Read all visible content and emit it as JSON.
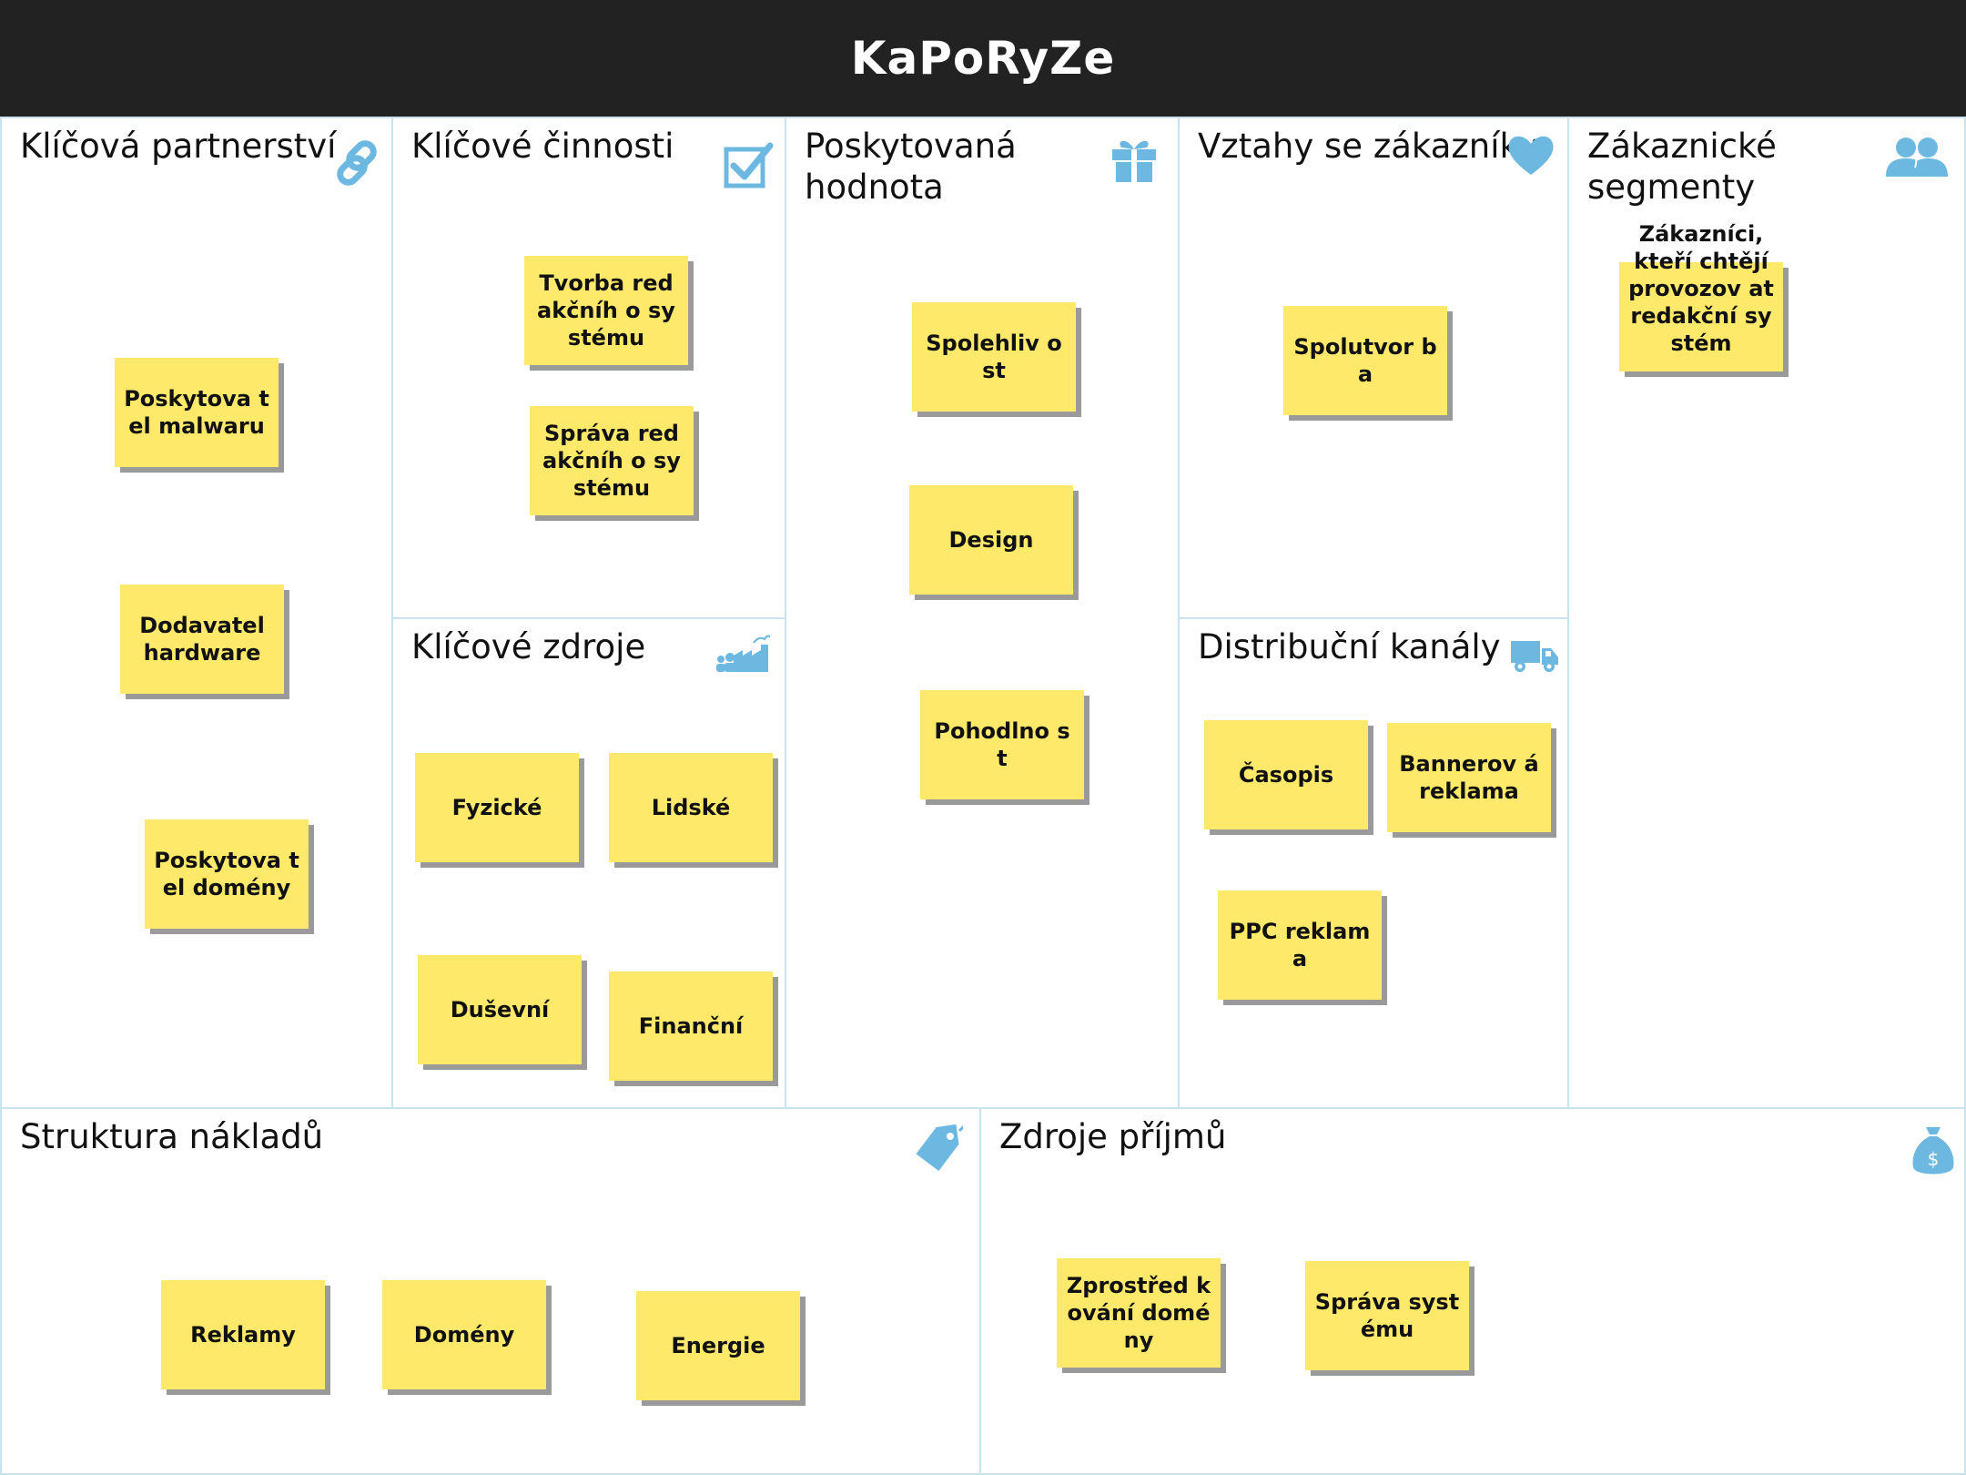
{
  "title": "KaPoRyZe",
  "colors": {
    "header_bg": "#222222",
    "note": "#ffe96a",
    "icon": "#6cb8e0",
    "border": "#c9e3ee"
  },
  "sections": {
    "key_partners": {
      "title": "Klíčová partnerství",
      "icon": "link-icon",
      "notes": [
        "Poskytova tel malwaru",
        "Dodavatel hardware",
        "Poskytova tel domény"
      ]
    },
    "key_activities": {
      "title": "Klíčové činnosti",
      "icon": "checkbox-icon",
      "notes": [
        "Tvorba redakčníh o systému",
        "Správa redakčníh o systému"
      ]
    },
    "key_resources": {
      "title": "Klíčové zdroje",
      "icon": "factory-icon",
      "notes": [
        "Fyzické",
        "Lidské",
        "Duševní",
        "Finanční"
      ]
    },
    "value_propositions": {
      "title": "Poskytovaná\nhodnota",
      "icon": "gift-icon",
      "notes": [
        "Spolehliv ost",
        "Design",
        "Pohodlno st"
      ]
    },
    "customer_relationships": {
      "title": "Vztahy se zákazníky",
      "icon": "heart-icon",
      "notes": [
        "Spolutvor ba"
      ]
    },
    "channels": {
      "title": "Distribuční kanály",
      "icon": "truck-icon",
      "notes": [
        "Časopis",
        "Bannerov á reklama",
        "PPC reklama"
      ]
    },
    "customer_segments": {
      "title": "Zákaznické\nsegmenty",
      "icon": "users-icon",
      "notes": [
        "Zákazníci, kteří chtějí provozov at redakční systém"
      ]
    },
    "cost_structure": {
      "title": "Struktura nákladů",
      "icon": "tag-icon",
      "notes": [
        "Reklamy",
        "Domény",
        "Energie"
      ]
    },
    "revenue_streams": {
      "title": "Zdroje příjmů",
      "icon": "money-bag-icon",
      "notes": [
        "Zprostřed kování domény",
        "Správa systému"
      ]
    }
  }
}
